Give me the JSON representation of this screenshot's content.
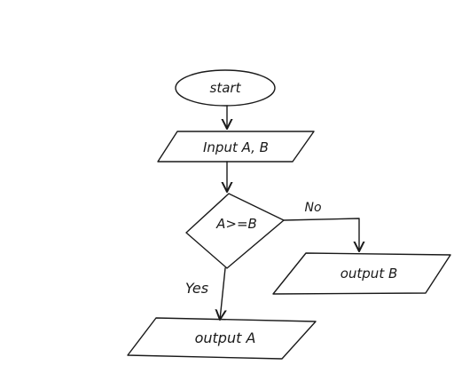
{
  "diagram": {
    "type": "flowchart",
    "nodes": [
      {
        "id": "start",
        "shape": "terminator",
        "label": "start"
      },
      {
        "id": "input",
        "shape": "parallelogram",
        "label": "Input A, B"
      },
      {
        "id": "decision",
        "shape": "diamond",
        "label": "A>=B"
      },
      {
        "id": "outB",
        "shape": "parallelogram",
        "label": "output B"
      },
      {
        "id": "outA",
        "shape": "parallelogram",
        "label": "output A"
      }
    ],
    "edges": [
      {
        "from": "start",
        "to": "input",
        "label": ""
      },
      {
        "from": "input",
        "to": "decision",
        "label": ""
      },
      {
        "from": "decision",
        "to": "outB",
        "label": "No"
      },
      {
        "from": "decision",
        "to": "outA",
        "label": "Yes"
      }
    ]
  },
  "colors": {
    "ink": "#1a1a1a",
    "background": "#ffffff"
  }
}
